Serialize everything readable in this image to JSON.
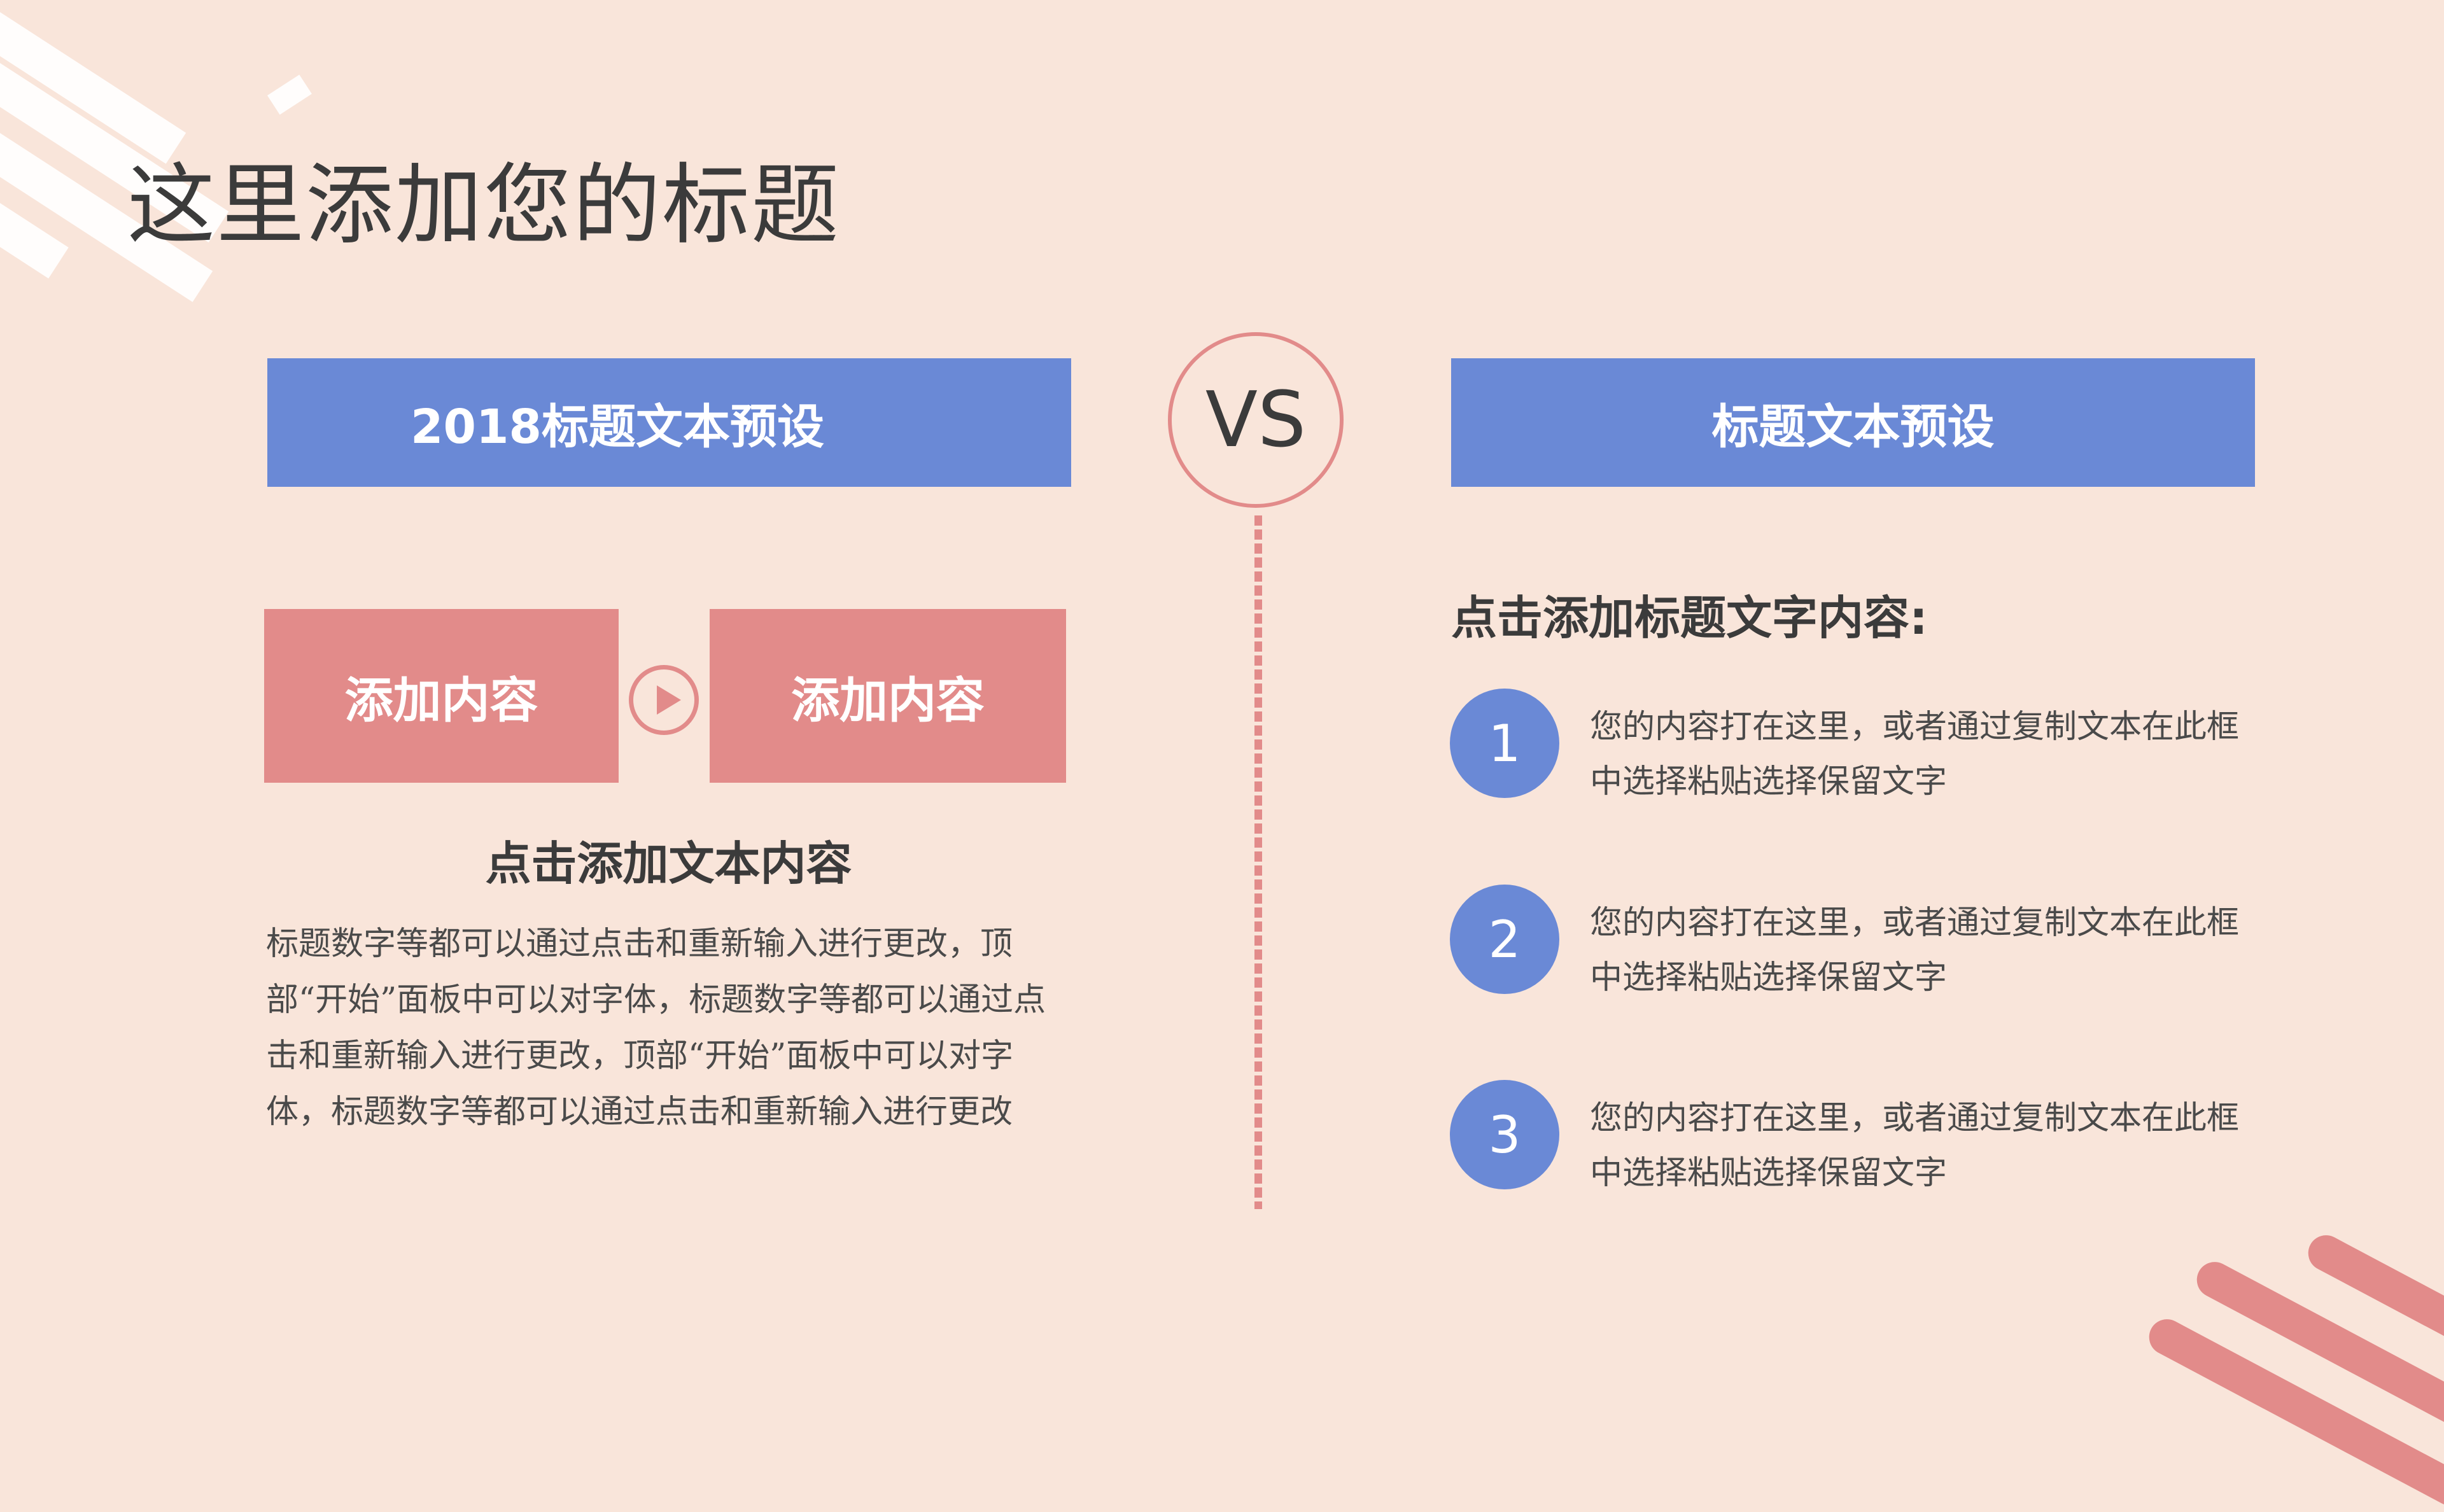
{
  "slide": {
    "title": "这里添加您的标题",
    "colors": {
      "background": "#f9e5da",
      "blue": "#6a89d6",
      "pink": "#e28b8a",
      "text": "#3f3f3f"
    }
  },
  "left": {
    "header": "2018标题文本预设",
    "flow": {
      "box_a": "添加内容",
      "arrow_icon": "play-circle-icon",
      "box_b": "添加内容"
    },
    "heading": "点击添加文本内容",
    "body": "标题数字等都可以通过点击和重新输入进行更改，顶部“开始”面板中可以对字体，标题数字等都可以通过点击和重新输入进行更改，顶部“开始”面板中可以对字体，标题数字等都可以通过点击和重新输入进行更改"
  },
  "divider": {
    "label": "VS"
  },
  "right": {
    "header": "标题文本预设",
    "heading": "点击添加标题文字内容:",
    "items": [
      {
        "number": "1",
        "text": "您的内容打在这里，或者通过复制文本在此框中选择粘贴选择保留文字"
      },
      {
        "number": "2",
        "text": "您的内容打在这里，或者通过复制文本在此框中选择粘贴选择保留文字"
      },
      {
        "number": "3",
        "text": "您的内容打在这里，或者通过复制文本在此框中选择粘贴选择保留文字"
      }
    ]
  }
}
